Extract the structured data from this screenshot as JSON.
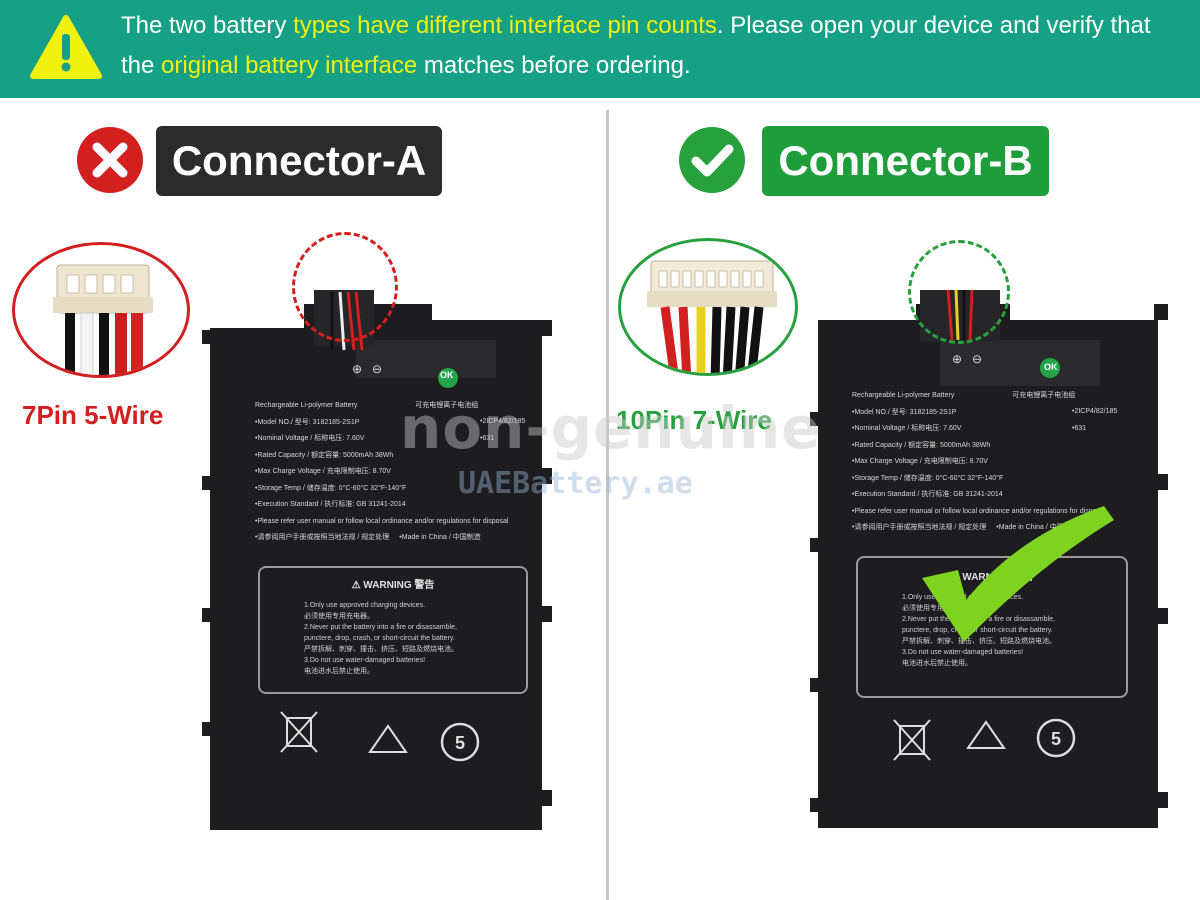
{
  "banner": {
    "line1_part1": "The two battery ",
    "line1_highlight": "types have different interface pin counts",
    "line1_part2": ". Please open your device and verify that",
    "line2_part1": "the ",
    "line2_highlight": "original battery interface",
    "line2_part2": " matches before ordering.",
    "icon": "warning-icon",
    "bg_color": "#16a085",
    "highlight_color": "#f1f10f"
  },
  "left": {
    "status_icon": "cross-icon",
    "status_color": "#d21f1f",
    "title": "Connector-A",
    "pin_label": "7Pin 5-Wire",
    "battery": {
      "title_en": "Rechargeable Li-polymer Battery",
      "title_cn": "可充电锂离子电池组",
      "model": "•Model NO./ 型号: 3182185-2S1P",
      "code": "•2ICP4/82/185",
      "code2": "•631",
      "voltage": "•Nominal Voltage / 标称电压: 7.60V",
      "capacity": "•Rated Capacity / 额定容量: 5000mAh 38Wh",
      "max_charge": "•Max Charge Voltage / 充电限制电压: 8.70V",
      "storage": "•Storage Temp / 储存温度: 0°C-60°C 32°F-140°F",
      "standard": "•Execution Standard / 执行标准: GB 31241-2014",
      "refer": "•Please refer user manual or follow local ordinance and/or regulations for disposal",
      "cn_note": "•请参阅用户手册或按照当地法规 / 规定处理",
      "made_in": "•Made in China / 中国制造",
      "warning_title": "⚠ WARNING 警告",
      "warnings": [
        "1.Only use approved charging devices.",
        "必须使用专用充电器。",
        "2.Never put the battery into a fire or disassamble,",
        "punctere, drop, crash, or short-circuit the battery.",
        "严禁拆解、刺穿、撞击、挤压、短路及燃烧电池。",
        "3.Do not use water-damaged batteries!",
        "电池进水后禁止使用。"
      ]
    }
  },
  "right": {
    "status_icon": "check-icon",
    "status_color": "#27a03e",
    "title": "Connector-B",
    "pin_label": "10Pin 7-Wire",
    "battery": {
      "title_en": "Rechargeable Li-polymer Battery",
      "title_cn": "可充电锂离子电池组",
      "model": "•Model NO./ 型号: 3182185-2S1P",
      "code": "•2ICP4/82/185",
      "code2": "•631",
      "voltage": "•Nominal Voltage / 标称电压: 7.60V",
      "capacity": "•Rated Capacity / 额定容量: 5000mAh 38Wh",
      "max_charge": "•Max Charge Voltage / 充电限制电压: 8.70V",
      "storage": "•Storage Temp / 储存温度: 0°C-60°C 32°F-140°F",
      "standard": "•Execution Standard / 执行标准: GB 31241-2014",
      "refer": "•Please refer user manual or follow local ordinance and/or regulations for disposal",
      "cn_note": "•请参阅用户手册或按照当地法规 / 规定处理",
      "made_in": "•Made in China / 中国制造",
      "warning_title": "⚠ WARNING 警告",
      "warnings": [
        "1.Only use approved charging devices.",
        "必须使用专用充电器。",
        "2.Never put the battery into a fire or disassamble,",
        "punctere, drop, crash, or short-circuit the battery.",
        "严禁拆解、刺穿、撞击、挤压、短路及燃烧电池。",
        "3.Do not use water-damaged batteries!",
        "电池进水后禁止使用。"
      ]
    }
  },
  "watermark": {
    "line1": "non-genuine",
    "line2": "UAEBattery.ae"
  },
  "battery_symbols": {
    "plus": "⊕",
    "minus": "⊖"
  }
}
